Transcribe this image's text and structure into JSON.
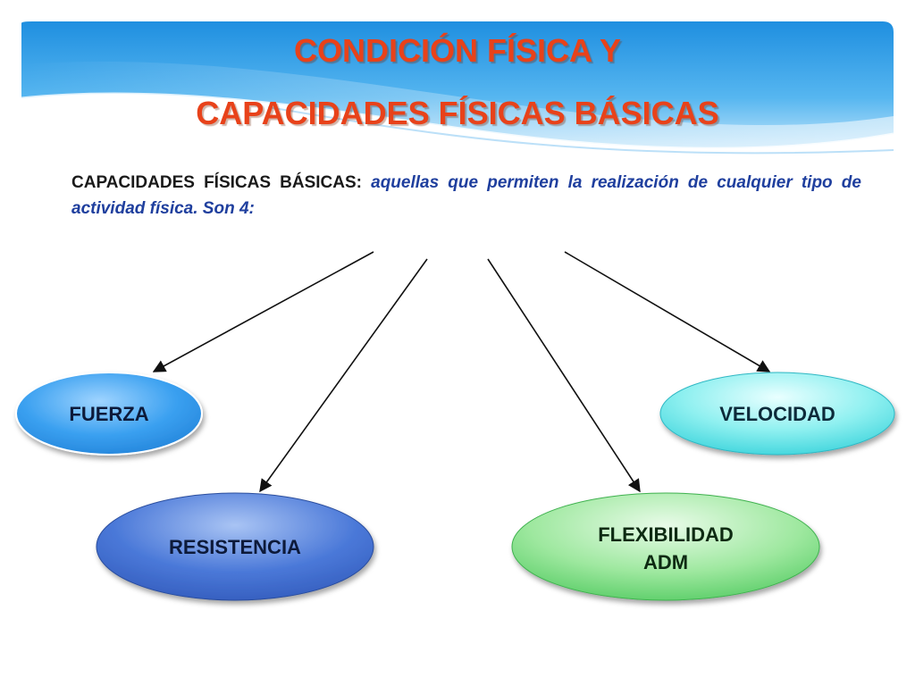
{
  "slide": {
    "title_line1": "CONDICIÓN FÍSICA Y",
    "title_line2": "CAPACIDADES FÍSICAS BÁSICAS",
    "intro": {
      "term": "CAPACIDADES FÍSICAS BÁSICAS",
      "colon": ":",
      "definition": " aquellas que permiten la realización de cualquier tipo de actividad física. Son 4:"
    }
  },
  "diagram": {
    "nodes": [
      {
        "id": "fuerza",
        "label": "FUERZA"
      },
      {
        "id": "velocidad",
        "label": "VELOCIDAD"
      },
      {
        "id": "resistencia",
        "label": "RESISTENCIA"
      },
      {
        "id": "flexibilidad",
        "label_line1": "FLEXIBILIDAD",
        "label_line2": "ADM"
      }
    ],
    "edges": [
      {
        "from": "intro",
        "to": "fuerza"
      },
      {
        "from": "intro",
        "to": "resistencia"
      },
      {
        "from": "intro",
        "to": "flexibilidad"
      },
      {
        "from": "intro",
        "to": "velocidad"
      }
    ]
  },
  "colors": {
    "title": "#e8421a",
    "definition_text": "#1f3f9e",
    "header_blue": "#2f9ee6",
    "fuerza": "#3aa0f0",
    "velocidad": "#48dce0",
    "resistencia": "#4a78d8",
    "flexibilidad": "#5cd470",
    "arrow": "#111111"
  }
}
